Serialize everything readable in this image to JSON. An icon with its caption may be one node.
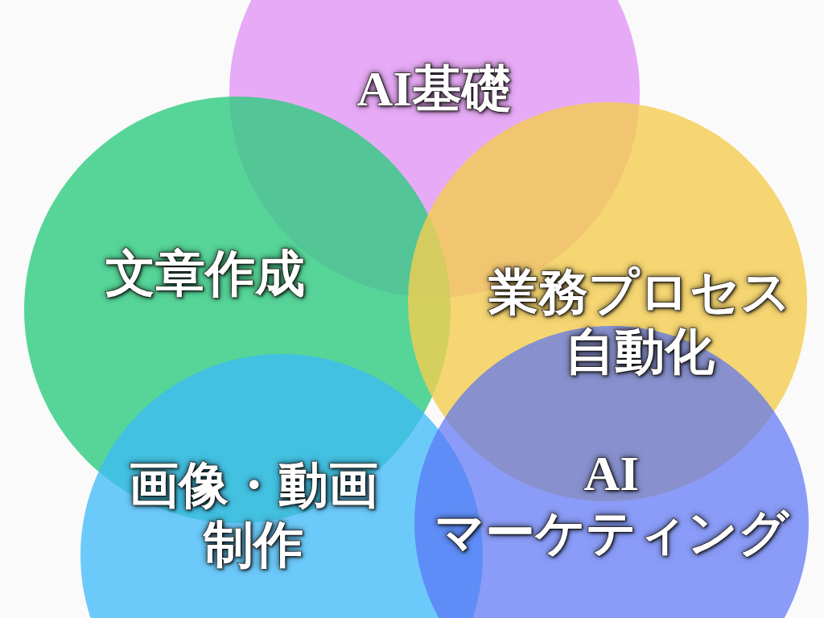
{
  "diagram": {
    "nodes": [
      {
        "text": [
          "AI基礎"
        ]
      },
      {
        "text": [
          "文章作成"
        ]
      },
      {
        "text": [
          "業務プロセス自動化"
        ]
      },
      {
        "text": [
          "画像・動画制作"
        ]
      },
      {
        "text": [
          "AI マーケティング"
        ]
      }
    ],
    "edges": []
  }
}
